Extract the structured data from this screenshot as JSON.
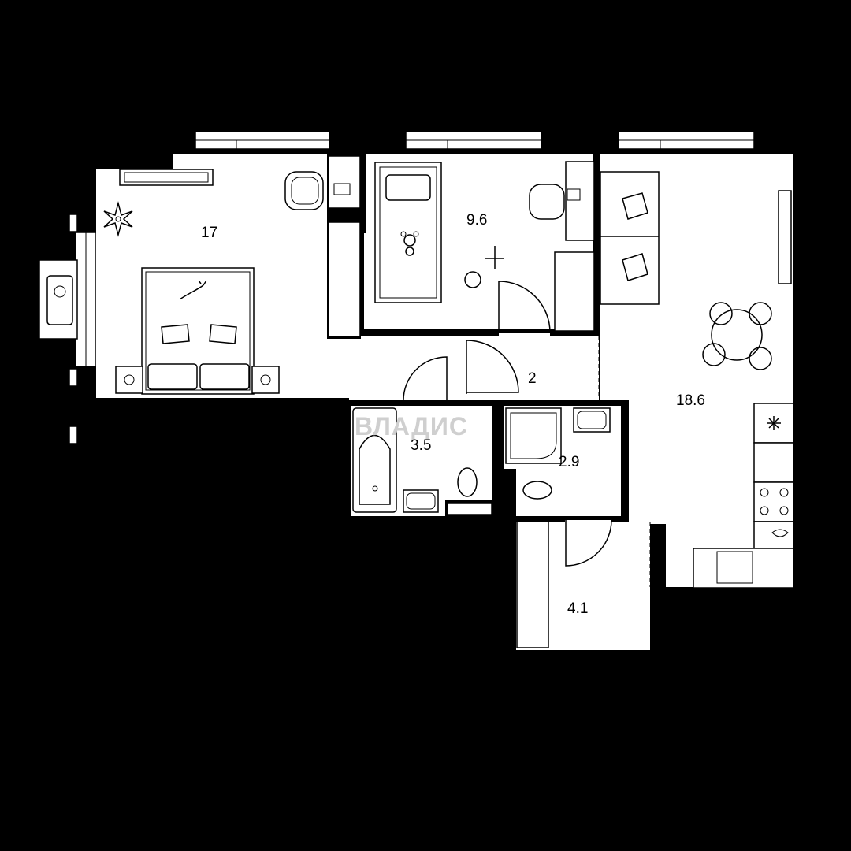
{
  "watermark": "ВЛАДИС",
  "rooms": [
    {
      "id": "bedroom",
      "area": "17"
    },
    {
      "id": "kids-room",
      "area": "9.6"
    },
    {
      "id": "corridor",
      "area": "2"
    },
    {
      "id": "living-kitchen",
      "area": "18.6"
    },
    {
      "id": "bathroom",
      "area": "3.5"
    },
    {
      "id": "shower-room",
      "area": "2.9"
    },
    {
      "id": "hallway",
      "area": "4.1"
    }
  ],
  "colors": {
    "wall": "#000000",
    "floor": "#ffffff",
    "watermark": "#cfcfcf"
  },
  "icons": [
    "snowflake-icon",
    "burner-icon",
    "flame-icon",
    "fan-icon",
    "cat-icon",
    "ball-icon",
    "rocking-horse-icon",
    "teddy-icon"
  ]
}
